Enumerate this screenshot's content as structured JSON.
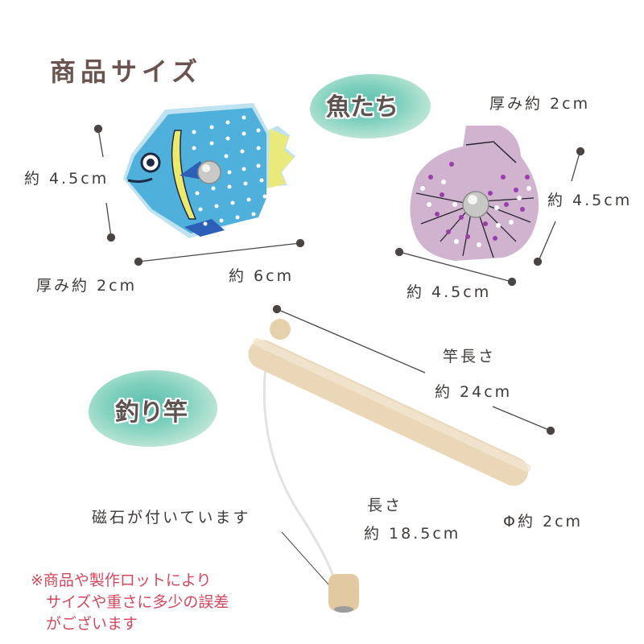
{
  "title": "商品サイズ",
  "labels": {
    "fish_group": "魚たち",
    "rod_group": "釣り竿"
  },
  "fish": {
    "height": "約 4.5cm",
    "thickness": "厚み約 2cm",
    "width": "約 6cm"
  },
  "shell": {
    "thickness": "厚み約 2cm",
    "height": "約 4.5cm",
    "width": "約 4.5cm"
  },
  "rod": {
    "length_label": "竿長さ",
    "length_value": "約 24cm",
    "diameter": "Φ約 2cm",
    "string_length_label": "長さ",
    "string_length_value": "約 18.5cm",
    "magnet_note": "磁石が付いています"
  },
  "disclaimer": {
    "lines": [
      "※商品や製作ロットにより",
      "　サイズや重さに多少の誤差",
      "　がございます"
    ]
  },
  "colors": {
    "fish_body": "#4fb0dc",
    "fish_fin": "#e9ea7b",
    "shell_body": "#cfb3cf",
    "shell_dots": "#9a3ea8",
    "wood": "#ead7b8",
    "blob": "#6cc7b3",
    "disclaimer": "#d3485f"
  }
}
